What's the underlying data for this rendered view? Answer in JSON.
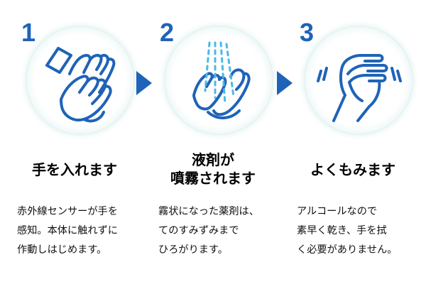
{
  "steps": [
    {
      "number": "1",
      "title_lines": [
        "手を入れます"
      ],
      "desc_lines": [
        "赤外線センサーが手を",
        "感知。本体に触れずに",
        "作動しはじめます。"
      ],
      "icon": "hands-entering-icon"
    },
    {
      "number": "2",
      "title_lines": [
        "液剤が",
        "噴霧されます"
      ],
      "desc_lines": [
        "霧状になった薬剤は、",
        "てのすみずみまで",
        "ひろがります。"
      ],
      "icon": "spray-mist-icon"
    },
    {
      "number": "3",
      "title_lines": [
        "よくもみます"
      ],
      "desc_lines": [
        "アルコールなので",
        "素早く乾き、手を拭",
        "く必要がありません。"
      ],
      "icon": "rubbing-hands-icon"
    }
  ],
  "colors": {
    "accent": "#1f63b8",
    "spray": "#4ab8e8",
    "circle_glow": "#e3f3f1"
  }
}
